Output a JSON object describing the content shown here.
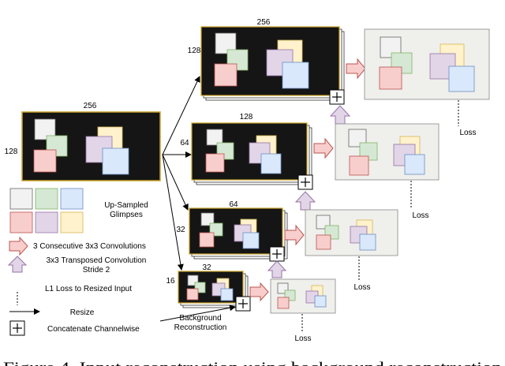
{
  "caption_partial": "Figure 4. Input reconstruction using background reconstruction",
  "input": {
    "width": "256",
    "height": "128"
  },
  "levels": [
    {
      "width": "256",
      "height": "128"
    },
    {
      "width": "128",
      "height": "64"
    },
    {
      "width": "64",
      "height": "32"
    },
    {
      "width": "32",
      "height": "16"
    }
  ],
  "loss_label": "Loss",
  "background_label_line1": "Background",
  "background_label_line2": "Reconstruction",
  "legend": {
    "upsampled_line1": "Up-Sampled",
    "upsampled_line2": "Glimpses",
    "conv": "3 Consecutive 3x3 Convolutions",
    "transposed_line1": "3x3 Transposed Convolution",
    "transposed_line2": "Stride 2",
    "l1": "L1 Loss to Resized Input",
    "resize": "Resize",
    "concat": "Concatenate Channelwise"
  },
  "colors": {
    "frame": "#c9a227",
    "dark": "#151515",
    "output_bg": "#efefec",
    "white_glimpse": "#f2f2f2",
    "green_glimpse": "#d5e8d4",
    "blue_glimpse": "#dae8fc",
    "red_glimpse": "#f8cecc",
    "purple_glimpse": "#e1d5e7",
    "yellow_glimpse": "#fff2cc",
    "conv_arrow": "#f8cecc",
    "conv_arrow_stroke": "#b85450",
    "transposed_arrow": "#e1d5e7",
    "transposed_arrow_stroke": "#9673a6"
  }
}
